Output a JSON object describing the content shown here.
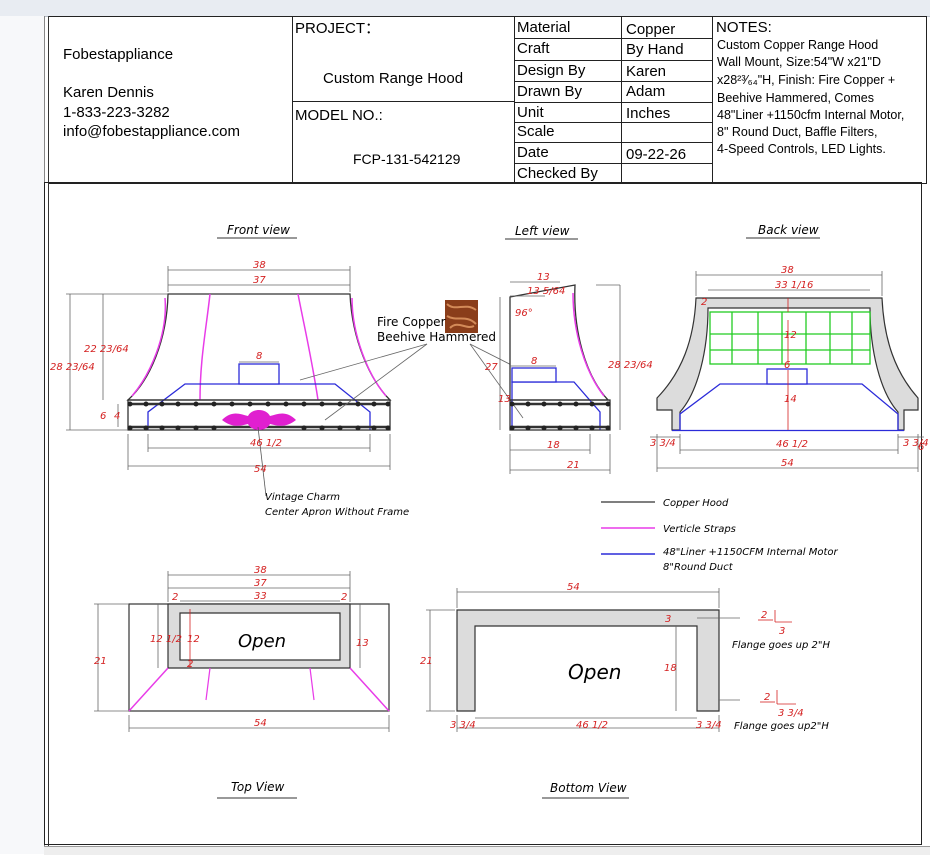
{
  "company": {
    "name": "Fobestappliance",
    "contact": "Karen Dennis",
    "phone": "1-833-223-3282",
    "email": "info@fobestappliance.com"
  },
  "project": {
    "label": "PROJECT：",
    "name": "Custom Range Hood",
    "model_label": "MODEL NO.:",
    "model_no": "FCP-131-542129"
  },
  "specs": [
    {
      "label": "Material",
      "value": "Copper"
    },
    {
      "label": "Craft",
      "value": "By Hand"
    },
    {
      "label": "Design By",
      "value": "Karen"
    },
    {
      "label": "Drawn By",
      "value": "Adam"
    },
    {
      "label": "Unit",
      "value": "Inches"
    },
    {
      "label": "Scale",
      "value": ""
    },
    {
      "label": "Date",
      "value": "09-22-26"
    },
    {
      "label": "Checked By",
      "value": ""
    }
  ],
  "notes": {
    "title": "NOTES:",
    "lines": [
      "Custom Copper  Range Hood",
      "Wall Mount, Size:54\"W x21\"D",
      "x28²³⁄₆₄\"H, Finish: Fire Copper +",
      "Beehive Hammered, Comes",
      "48\"Liner +1150cfm Internal Motor,",
      "8\" Round Duct, Baffle Filters,",
      "4-Speed Controls, LED Lights."
    ]
  },
  "views": {
    "front": "Front view",
    "left": "Left view",
    "back": "Back view",
    "top": "Top View",
    "bottom": "Bottom View"
  },
  "finish_label": [
    "Fire Copper",
    "Beehive Hammered"
  ],
  "apron_label": [
    "Vintage Charm",
    "Center Apron Without  Frame"
  ],
  "legend": [
    {
      "label": "Copper Hood",
      "color": "#333333"
    },
    {
      "label": "Verticle Straps",
      "color": "#e83ce8"
    },
    {
      "label": "48\"Liner +1150CFM Internal Motor",
      "color": "#2b2bd9"
    },
    {
      "label": "8\"Round Duct",
      "color": "#2b2bd9"
    }
  ],
  "open_label": "Open",
  "flange_note_1": "Flange goes up 2\"H",
  "flange_note_2": "Flange goes up2\"H",
  "dimensions": {
    "front": [
      "38",
      "37",
      "8",
      "22 23/64",
      "28 23/64",
      "6",
      "4",
      "46 1/2",
      "54"
    ],
    "left": [
      "13",
      "13 5/64",
      "96°",
      "8",
      "27",
      "13",
      "28 23/64",
      "18",
      "21"
    ],
    "back": [
      "38",
      "33 1/16",
      "2",
      "12",
      "6",
      "14",
      "3 3/4",
      "46 1/2",
      "3 3/4",
      "6",
      "54"
    ],
    "top": [
      "38",
      "37",
      "33",
      "2",
      "2",
      "12 1/2",
      "12",
      "13",
      "2",
      "21",
      "54"
    ],
    "bottom": [
      "54",
      "3",
      "18",
      "21",
      "3 3/4",
      "46 1/2",
      "3 3/4",
      "2",
      "3",
      "2",
      "3 3/4"
    ]
  },
  "colors": {
    "dim": "#d42020",
    "strap": "#e83ce8",
    "liner": "#2b2bd9",
    "filter": "#22cc22",
    "hood": "#333333",
    "fill": "#dcdcdc",
    "ornament": "#e020d0"
  }
}
